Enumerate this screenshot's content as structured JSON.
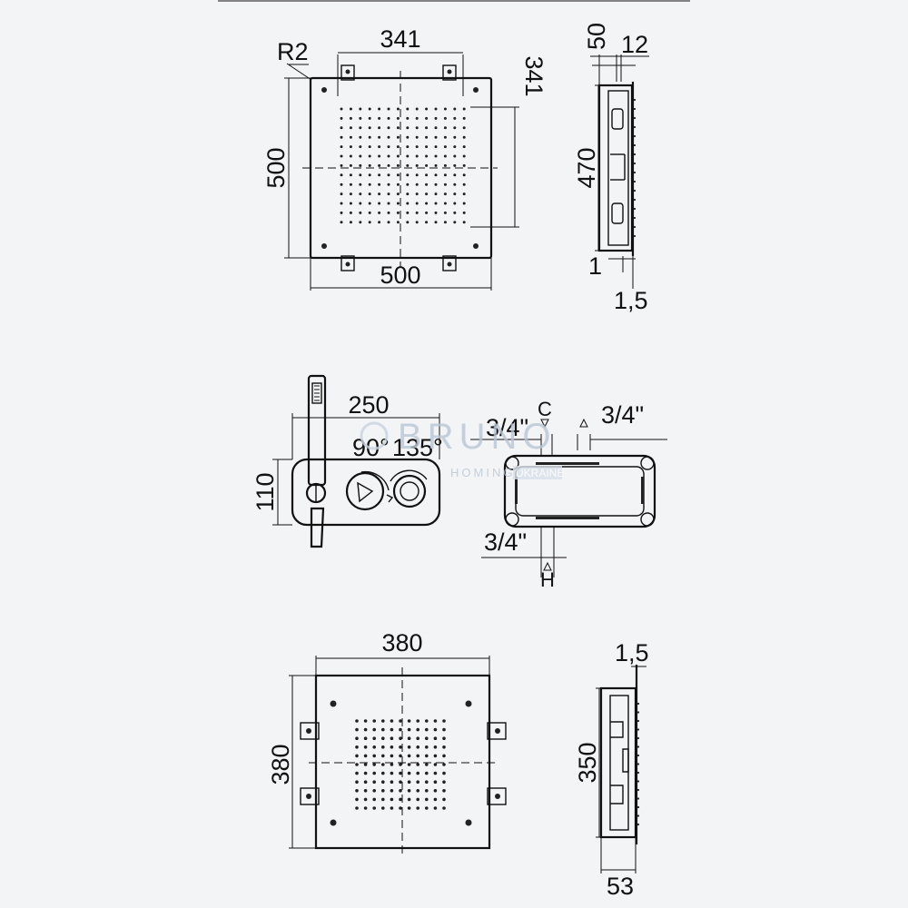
{
  "drawing": {
    "top_view": {
      "radius": "R2",
      "inner_width": "341",
      "inner_height": "341",
      "outer_height": "500",
      "outer_width": "500"
    },
    "top_side": {
      "depth": "50",
      "plate": "12",
      "height": "470",
      "offset": "1",
      "gap": "1,5"
    },
    "mixer_front": {
      "width": "250",
      "height": "110",
      "angle_left": "90°",
      "angle_right": "135°"
    },
    "mixer_box": {
      "c_label": "C",
      "h_label": "H",
      "inlet_left": "3/4\"",
      "inlet_right": "3/4\"",
      "inlet_bottom": "3/4\""
    },
    "bottom_view": {
      "width": "380",
      "height": "380"
    },
    "bottom_side": {
      "gap": "1,5",
      "height": "350",
      "depth": "53"
    }
  },
  "watermark": {
    "brand": "BRUNO",
    "line2": "HOMINGART",
    "line3": "UKRAINE"
  }
}
